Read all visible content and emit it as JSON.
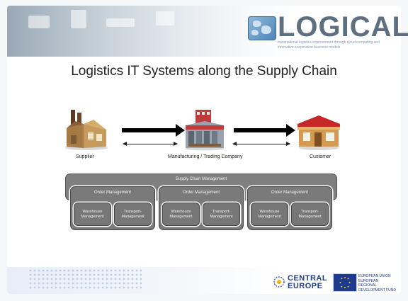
{
  "logo": {
    "wordmark": "LOGICAL",
    "tagline": "transnational logistics improvement through cloud computing and innovative cooperative business models"
  },
  "slide": {
    "title": "Logistics IT Systems along the Supply Chain"
  },
  "flow": {
    "supplier_label": "Supplier",
    "company_label": "Manufacturing / Trading Company",
    "customer_label": "Customer"
  },
  "diagram": {
    "scm_label": "Supply Chain Management",
    "blocks": [
      {
        "title": "Order Management",
        "left": "Warehouse Management",
        "right": "Transport-Management"
      },
      {
        "title": "Order Management",
        "left": "Warehouse Management",
        "right": "Transport-Management"
      },
      {
        "title": "Order Management",
        "left": "Warehouse Management",
        "right": "Transport-Management"
      }
    ]
  },
  "footer": {
    "ce_line1": "CENTRAL",
    "ce_line2": "EUROPE",
    "eu_line1": "EUROPEAN UNION",
    "eu_line2": "EUROPEAN REGIONAL",
    "eu_line3": "DEVELOPMENT FUND"
  },
  "colors": {
    "box_fill": "#7a7a7a",
    "text_on_box": "#f2f2f2",
    "logo_gray": "#5e6f80",
    "ce_blue": "#1f3f8a"
  }
}
